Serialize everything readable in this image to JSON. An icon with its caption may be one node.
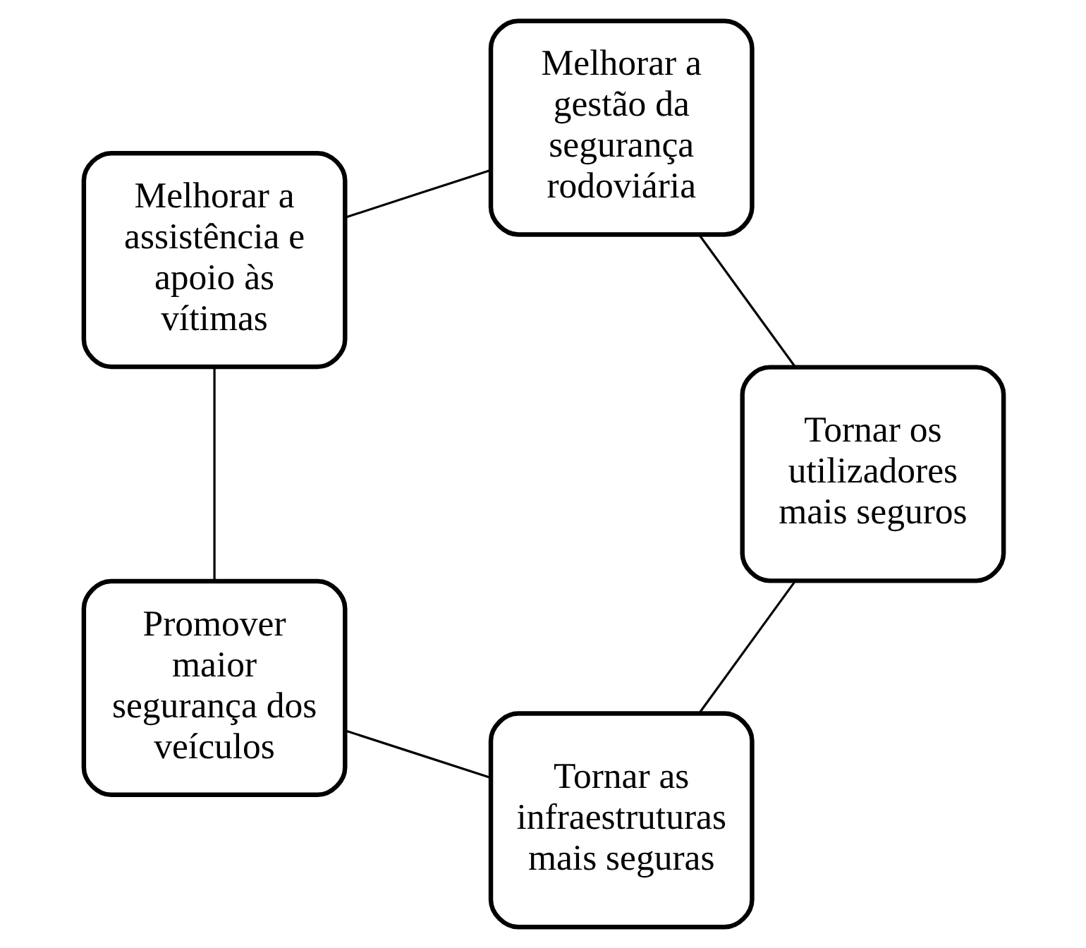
{
  "diagram": {
    "nodes": [
      {
        "text": [
          "Tornar as infraestruturas mais seguras"
        ]
      },
      {
        "text": [
          "Promover maior segurança dos veículos"
        ]
      },
      {
        "text": [
          "Melhorar a assistência e apoio às vítimas"
        ]
      },
      {
        "text": [
          "Melhorar a gestão da segurança rodoviária"
        ]
      },
      {
        "text": [
          "Tornar os utilizadores mais seguros"
        ]
      }
    ],
    "edges": [
      {
        "from": 0,
        "to": 1,
        "arrow": "none"
      },
      {
        "from": 1,
        "to": 2,
        "arrow": "none"
      },
      {
        "from": 2,
        "to": 3,
        "arrow": "none"
      },
      {
        "from": 3,
        "to": 4,
        "arrow": "none"
      },
      {
        "from": 4,
        "to": 0,
        "arrow": "none"
      }
    ]
  }
}
